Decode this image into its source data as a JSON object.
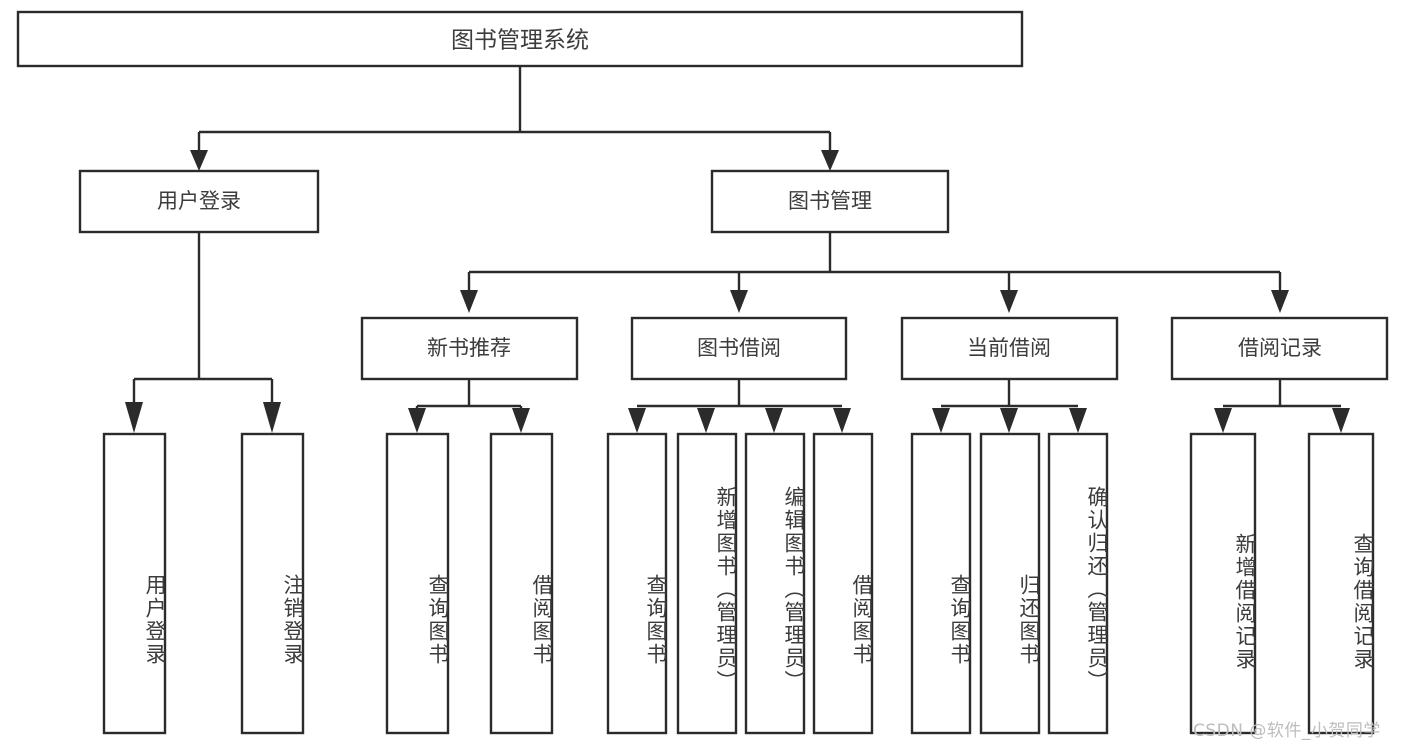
{
  "diagram": {
    "title": "图书管理系统",
    "watermark": "CSDN @软件_小贺同学",
    "colors": {
      "stroke": "#2b2b2b",
      "text": "#3c3c3c",
      "background": "#ffffff",
      "watermark": "#bdbdbd"
    },
    "root": {
      "label": "图书管理系统"
    },
    "level1": [
      {
        "label": "用户登录"
      },
      {
        "label": "图书管理"
      }
    ],
    "level2": [
      {
        "label": "新书推荐"
      },
      {
        "label": "图书借阅"
      },
      {
        "label": "当前借阅"
      },
      {
        "label": "借阅记录"
      }
    ],
    "leaves_user_login": [
      {
        "label": "用户登录"
      },
      {
        "label": "注销登录"
      }
    ],
    "leaves_new_book": [
      {
        "label": "查询图书"
      },
      {
        "label": "借阅图书"
      }
    ],
    "leaves_borrow": [
      {
        "label": "查询图书"
      },
      {
        "label": "新增图书（管理员）"
      },
      {
        "label": "编辑图书（管理员）"
      },
      {
        "label": "借阅图书"
      }
    ],
    "leaves_current": [
      {
        "label": "查询图书"
      },
      {
        "label": "归还图书"
      },
      {
        "label": "确认归还（管理员）"
      }
    ],
    "leaves_records": [
      {
        "label": "新增借阅记录"
      },
      {
        "label": "查询借阅记录"
      }
    ]
  }
}
